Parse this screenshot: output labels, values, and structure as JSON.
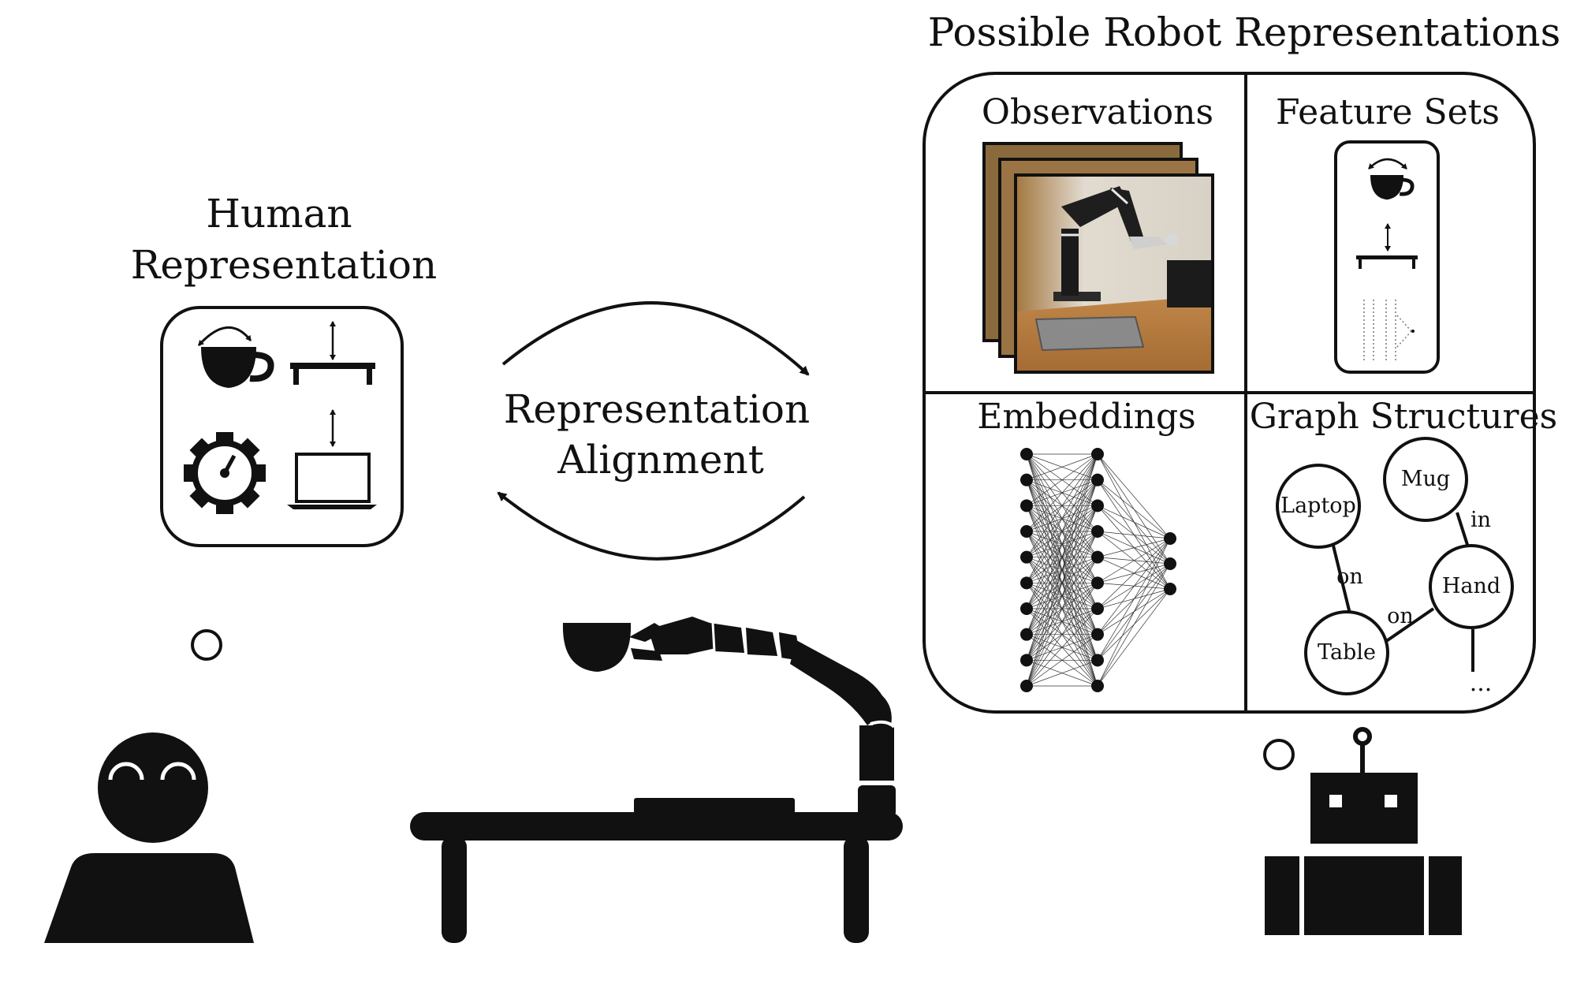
{
  "titles": {
    "human_line1": "Human",
    "human_line2": "Representation",
    "alignment_line1": "Representation",
    "alignment_line2": "Alignment",
    "robot": "Possible Robot Representations"
  },
  "panels": {
    "observations": "Observations",
    "feature_sets": "Feature Sets",
    "embeddings": "Embeddings",
    "graph_structures": "Graph Structures"
  },
  "graph": {
    "nodes": {
      "laptop": "Laptop",
      "mug": "Mug",
      "hand": "Hand",
      "table": "Table"
    },
    "edges": {
      "laptop_table": "on",
      "mug_hand": "in",
      "table_hand": "on"
    },
    "ellipsis": "..."
  },
  "embedding_layers": [
    10,
    10,
    3
  ],
  "colors": {
    "ink": "#111111",
    "photo_wall": "#d9d2c6",
    "photo_desk": "#c9904f"
  }
}
